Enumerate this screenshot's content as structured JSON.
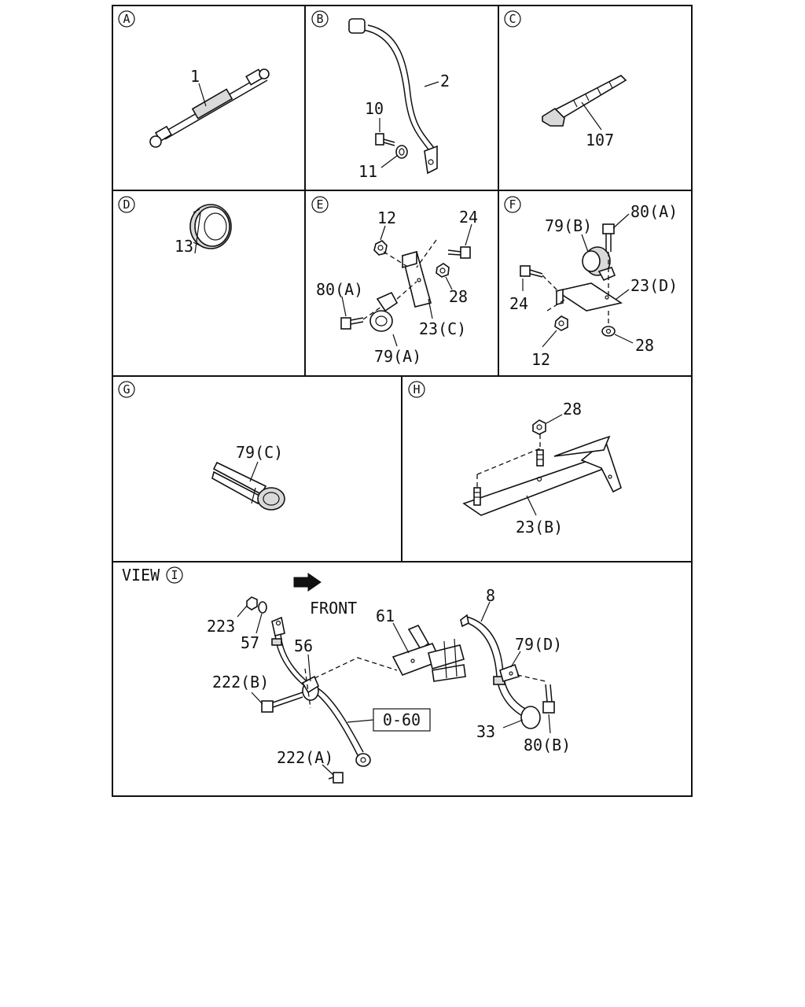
{
  "panels": {
    "A": {
      "letter": "A",
      "labels": [
        "1"
      ]
    },
    "B": {
      "letter": "B",
      "labels": [
        "2",
        "10",
        "11"
      ]
    },
    "C": {
      "letter": "C",
      "labels": [
        "107"
      ]
    },
    "D": {
      "letter": "D",
      "labels": [
        "13"
      ]
    },
    "E": {
      "letter": "E",
      "labels": [
        "12",
        "24",
        "80(A)",
        "28",
        "23(C)",
        "79(A)"
      ]
    },
    "F": {
      "letter": "F",
      "labels": [
        "79(B)",
        "80(A)",
        "23(D)",
        "24",
        "12",
        "28"
      ]
    },
    "G": {
      "letter": "G",
      "labels": [
        "79(C)"
      ]
    },
    "H": {
      "letter": "H",
      "labels": [
        "28",
        "23(B)"
      ]
    },
    "I": {
      "view_prefix": "VIEW",
      "letter": "I",
      "front": "FRONT",
      "ref_box": "0-60",
      "labels": [
        "223",
        "57",
        "56",
        "61",
        "8",
        "79(D)",
        "222(B)",
        "33",
        "80(B)",
        "222(A)"
      ]
    }
  }
}
